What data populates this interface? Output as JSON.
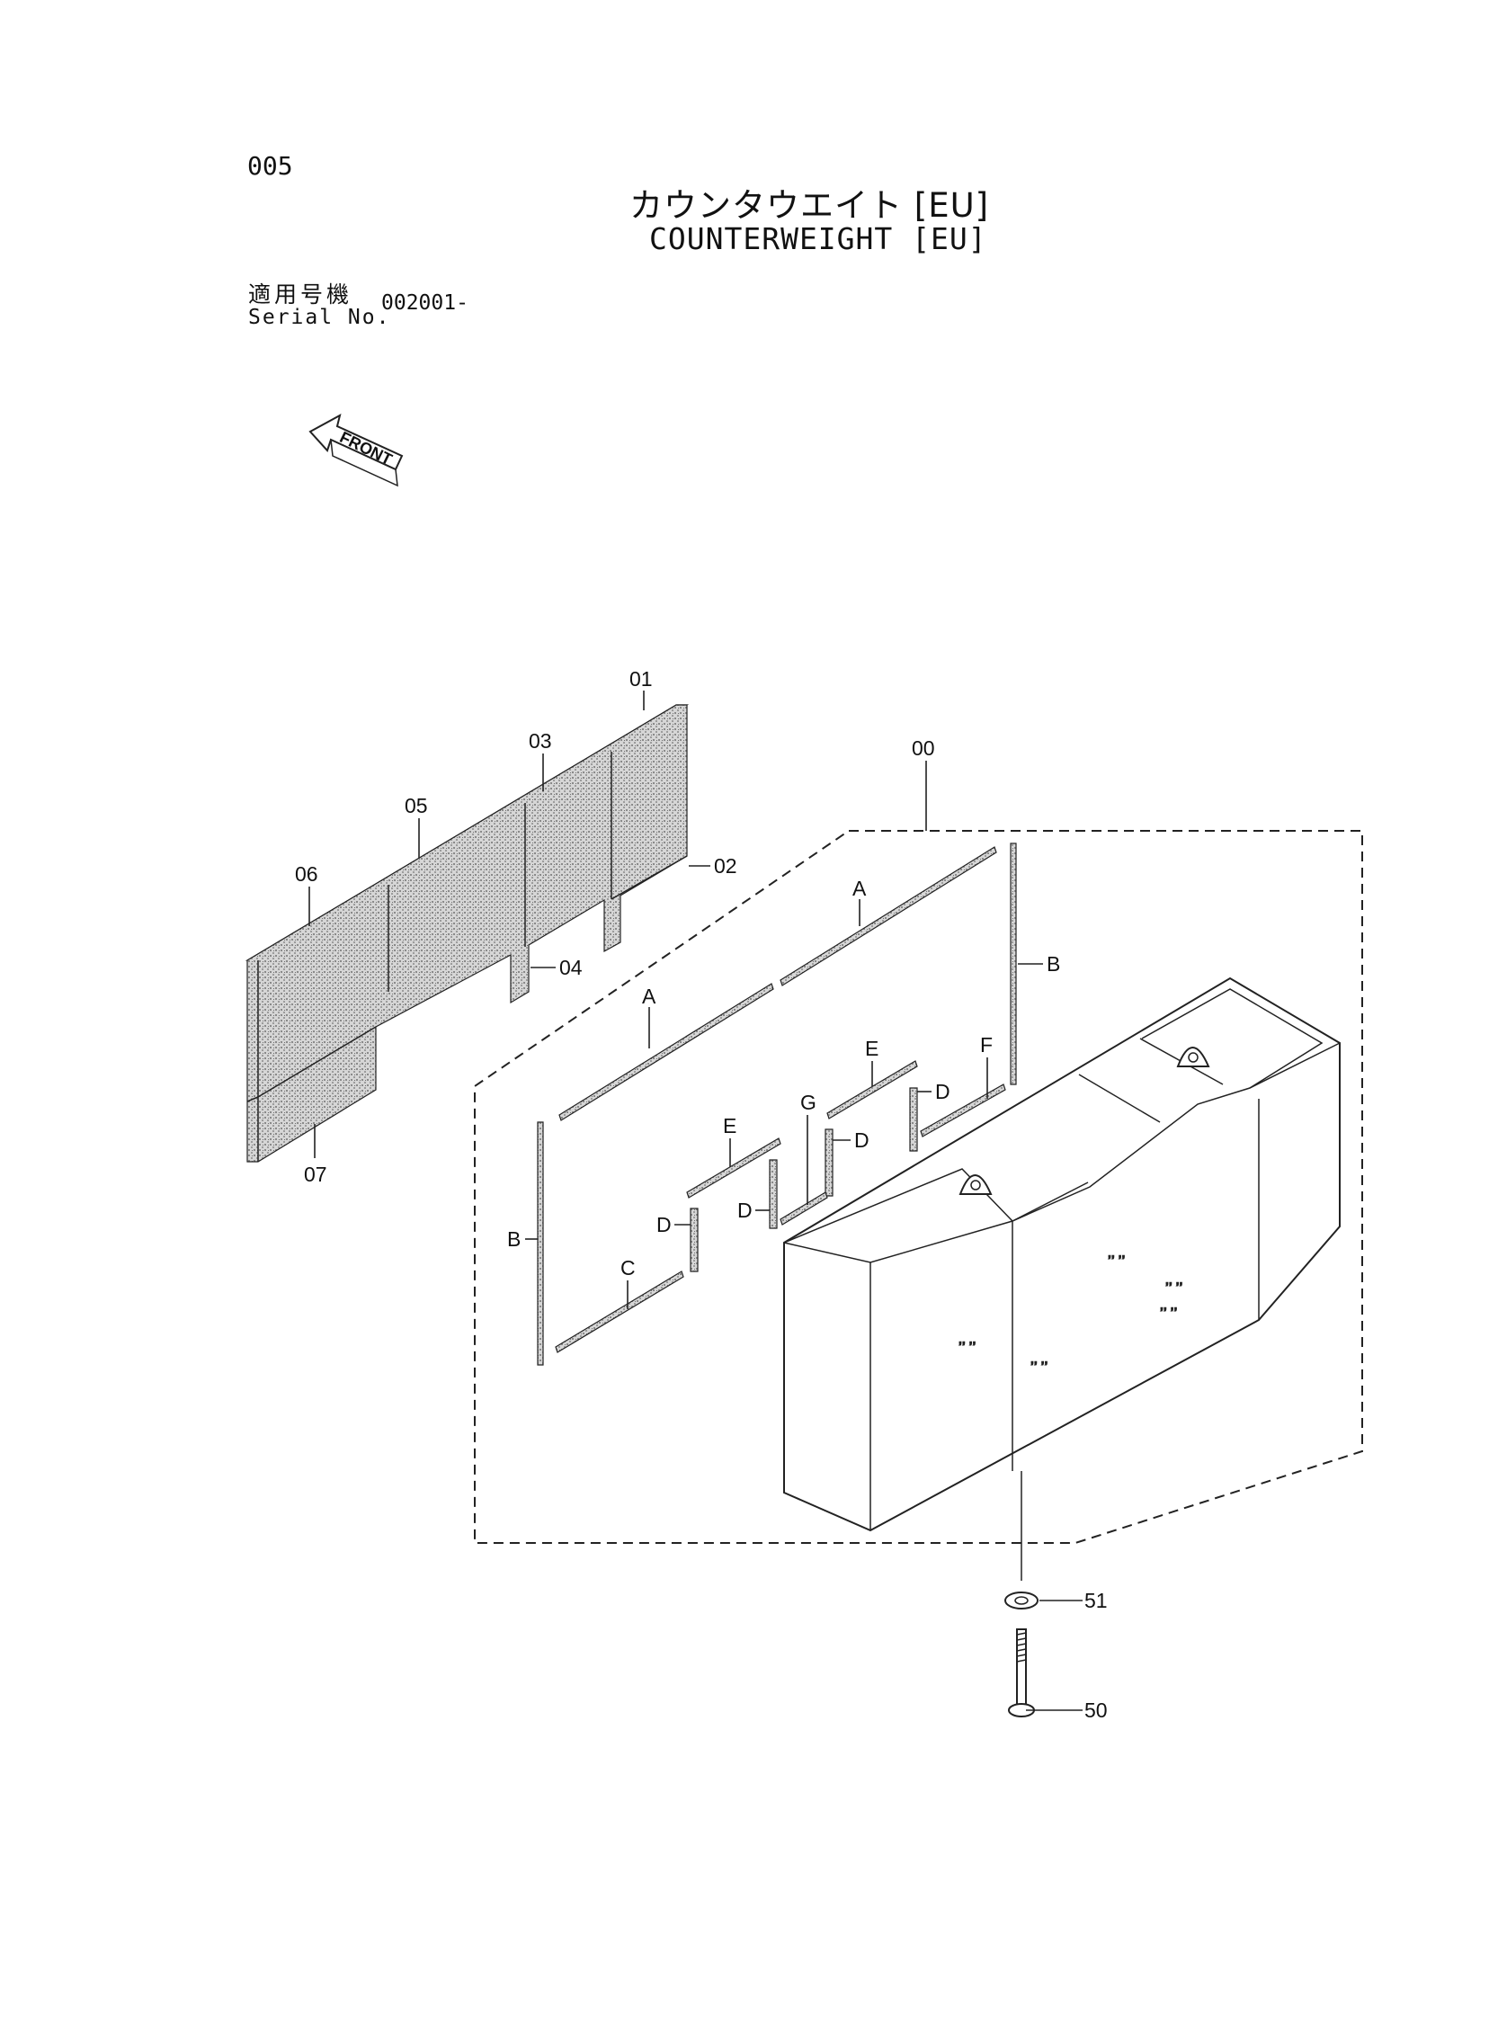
{
  "header": {
    "page_number": "005",
    "title_jp": "カウンタウエイト [EU]",
    "title_en": "COUNTERWEIGHT [EU]",
    "serial_label_jp": "適用号機",
    "serial_label_en": "Serial No.",
    "serial_value": "002001-"
  },
  "front_arrow": {
    "label": "FRONT"
  },
  "callouts": {
    "p00": "00",
    "p01": "01",
    "p02": "02",
    "p03": "03",
    "p04": "04",
    "p05": "05",
    "p06": "06",
    "p07": "07",
    "p50": "50",
    "p51": "51"
  },
  "strip_labels": {
    "a_upper": "A",
    "a_lower": "A",
    "b_right": "B",
    "b_left": "B",
    "c": "C",
    "d1": "D",
    "d2": "D",
    "d3": "D",
    "d4": "D",
    "e_upper": "E",
    "e_lower": "E",
    "f": "F",
    "g": "G"
  }
}
